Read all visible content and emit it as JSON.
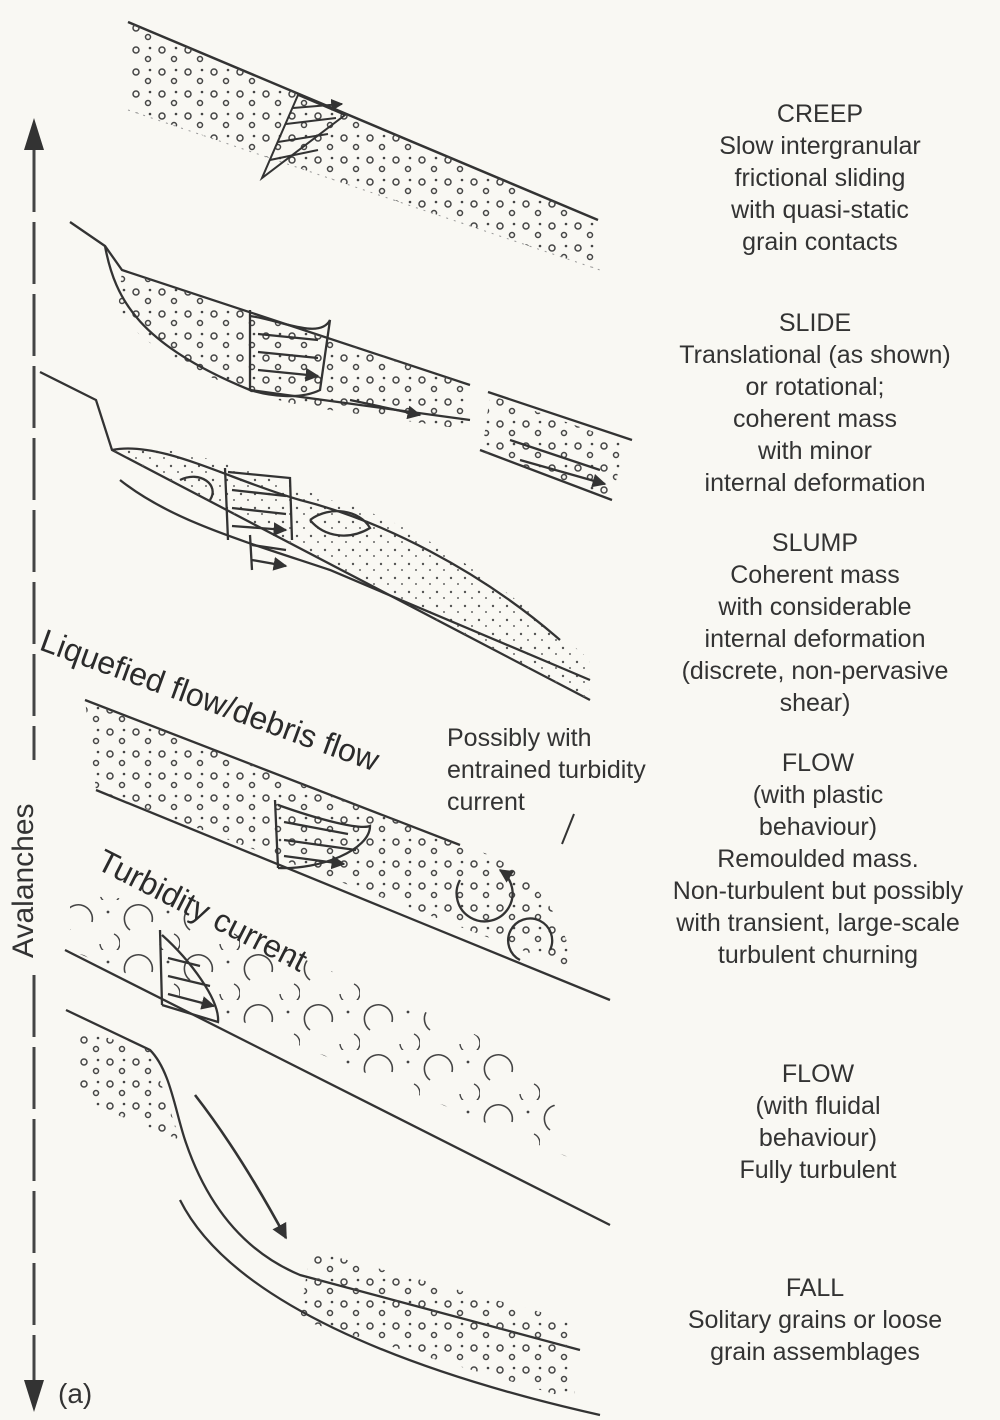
{
  "axis": {
    "label": "Avalanches"
  },
  "panel_label": "(a)",
  "processes": [
    {
      "name": "CREEP",
      "lines": [
        "Slow intergranular",
        "frictional sliding",
        "with quasi-static",
        "grain contacts"
      ]
    },
    {
      "name": "SLIDE",
      "lines": [
        "Translational (as shown)",
        "or rotational;",
        "coherent mass",
        "with minor",
        "internal deformation"
      ]
    },
    {
      "name": "SLUMP",
      "lines": [
        "Coherent mass",
        "with considerable",
        "internal deformation",
        "(discrete, non-pervasive",
        "shear)"
      ]
    },
    {
      "name": "FLOW",
      "lines": [
        "(with plastic",
        "behaviour)",
        "Remoulded mass.",
        "Non-turbulent but possibly",
        "with transient, large-scale",
        "turbulent churning"
      ]
    },
    {
      "name": "FLOW",
      "lines": [
        "(with fluidal",
        "behaviour)",
        "Fully turbulent"
      ]
    },
    {
      "name": "FALL",
      "lines": [
        "Solitary grains or loose",
        "grain assemblages"
      ]
    }
  ],
  "slanted_labels": {
    "liquefied": "Liquefied flow/debris flow",
    "turbidity": "Turbidity current"
  },
  "note": {
    "lines": [
      "Possibly with",
      "entrained turbidity",
      "current"
    ]
  }
}
